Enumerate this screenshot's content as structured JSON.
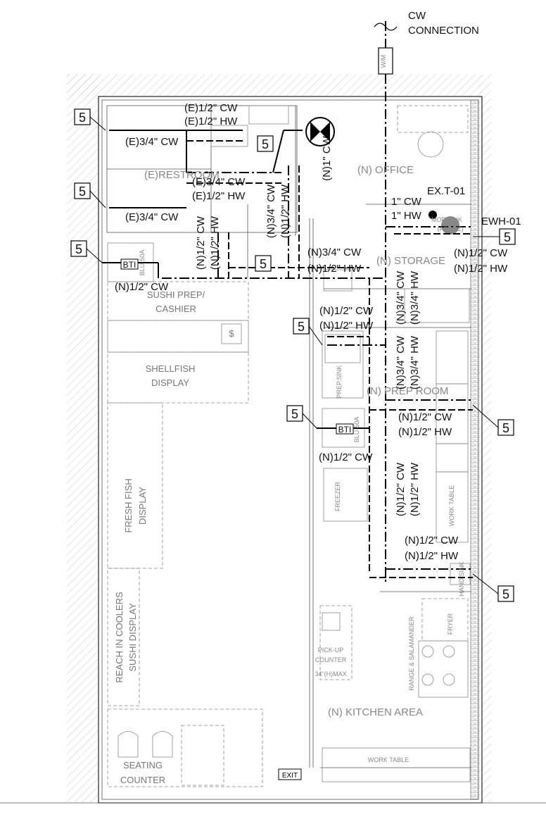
{
  "header": {
    "cw_connection_line1": "CW",
    "cw_connection_line2": "CONNECTION",
    "water_meter": "W/M"
  },
  "rooms": {
    "restroom": "(E)RESTROOM",
    "office": "(N) OFFICE",
    "storage": "(N) STORAGE",
    "prep_room": "(N) PREP ROOM",
    "kitchen_area": "(N) KITCHEN AREA"
  },
  "equipment": {
    "sushi_prep_line1": "SUSHI PREP/",
    "sushi_prep_line2": "CASHIER",
    "shellfish_line1": "SHELLFISH",
    "shellfish_line2": "DISPLAY",
    "fresh_fish_line1": "FRESH FISH",
    "fresh_fish_line2": "DISPLAY",
    "reach_in_line1": "REACH IN COOLERS",
    "reach_in_line2": "SUSHI DISPLAY",
    "seating_line1": "SEATING",
    "seating_line2": "COUNTER",
    "exit": "EXIT",
    "prep_sink": "PREP.SINK",
    "freezer": "FREEZER",
    "pickup_line1": "PICK-UP",
    "pickup_line2": "COUNTER",
    "pickup_line3": "34\"(H)MAX",
    "work_table_vertical": "WORK TABLE",
    "work_table_bottom": "WORK TABLE",
    "hand_sink": "HAND SINK",
    "fryer": "FRYER",
    "range": "RANGE & SALAMANDER",
    "mop_sink": "MOP SINK",
    "mop_sink_above": "(ABOVE)",
    "bti_1": "BTI",
    "bti_2": "BTI",
    "bti_model_1": "BLU-50A",
    "bti_model_2": "BLU-50A",
    "cash": "$"
  },
  "labels": {
    "e_half_cw": "(E)1/2\" CW",
    "e_half_hw": "(E)1/2\" HW",
    "e_34_cw_a": "(E)3/4\" CW",
    "e_34_cw_b": "(E)3/4\" CW",
    "e_34_cw_c": "(E)3/4\" CW",
    "e_half_hw_b": "(E)1/2\" HW",
    "n_1_cw": "(N)1\" CW",
    "n_34_cw_v": "(N)3/4\" CW",
    "n_half_hw_v": "(N)1/2\" HW",
    "n_half_cw_v2": "(N)1/2\" CW",
    "n_half_hw_v2": "(N)1/2\" HW",
    "n_34_cw_h": "(N)3/4\" CW",
    "n_half_hw_h": "(N)1/2\" HW",
    "n_half_cw_sushi": "(N)1/2\" CW",
    "ex_t01": "EX.T-01",
    "one_cw": "1\" CW",
    "one_hw": "1\" HW",
    "ewh01": "EWH-01",
    "n_half_cw_ewh": "(N)1/2\" CW",
    "n_half_hw_ewh": "(N)1/2\" HW",
    "n_half_cw_prep": "(N)1/2\" CW",
    "n_half_hw_prep": "(N)1/2\" HW",
    "n_34_cw_v3": "(N)3/4\" CW",
    "n_34_hw_v3": "(N)3/4\" HW",
    "n_34_cw_v4": "(N)3/4\" CW",
    "n_34_hw_v4": "(N)3/4\" HW",
    "n_half_cw_pr": "(N)1/2\" CW",
    "n_half_hw_pr": "(N)1/2\" HW",
    "n_half_cw_bti": "(N)1/2\" CW",
    "n_half_cw_v5": "(N)1/2\" CW",
    "n_half_hw_v5": "(N)1/2\" HW",
    "n_half_cw_hs": "(N)1/2\" CW",
    "n_half_hw_hs": "(N)1/2\" HW"
  },
  "tags": [
    "5",
    "5",
    "5",
    "5",
    "5",
    "5",
    "5",
    "5",
    "5",
    "5"
  ]
}
